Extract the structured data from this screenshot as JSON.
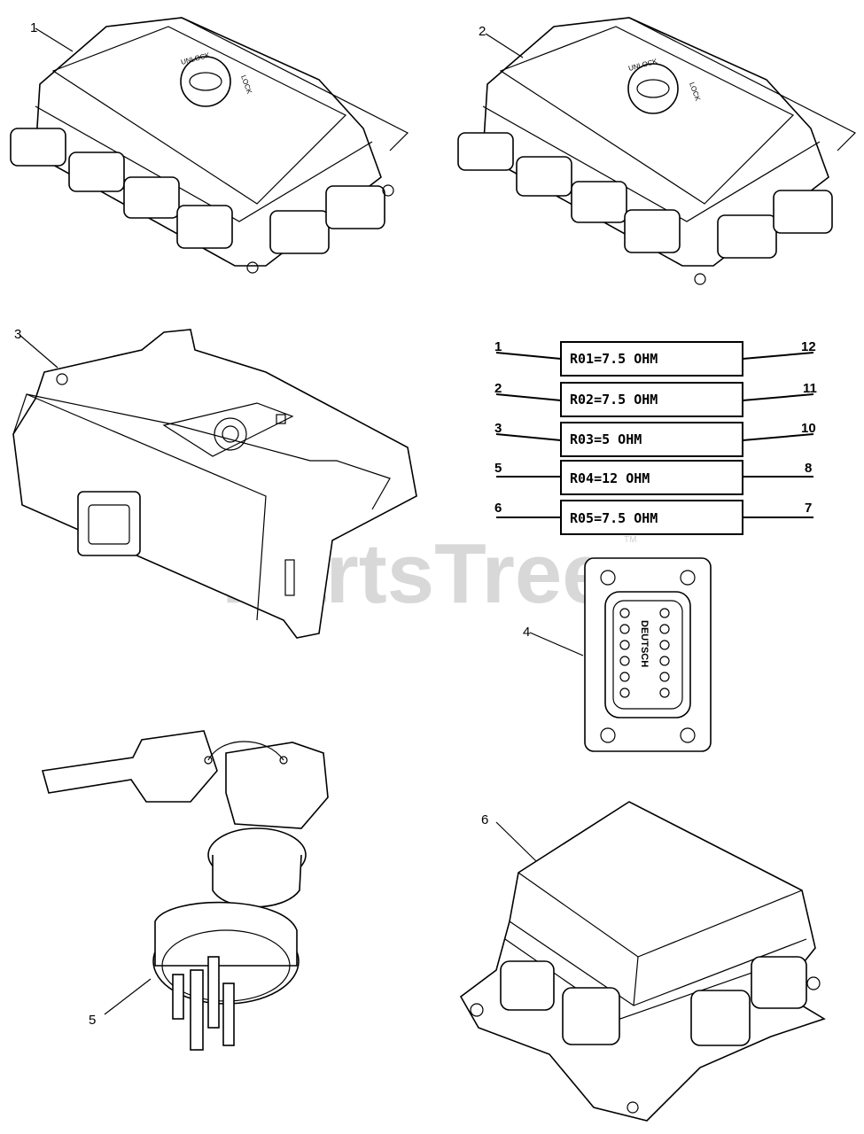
{
  "callouts": [
    "1",
    "2",
    "3",
    "4",
    "5",
    "6"
  ],
  "resistor_table": [
    {
      "left_pin": "1",
      "label": "R01=7.5 OHM",
      "right_pin": "12"
    },
    {
      "left_pin": "2",
      "label": "R02=7.5 OHM",
      "right_pin": "11"
    },
    {
      "left_pin": "3",
      "label": "R03=5 OHM",
      "right_pin": "10"
    },
    {
      "left_pin": "5",
      "label": "R04=12 OHM",
      "right_pin": "8"
    },
    {
      "left_pin": "6",
      "label": "R05=7.5 OHM",
      "right_pin": "7"
    }
  ],
  "connector_brand": "DEUTSCH",
  "fuse_box_labels": [
    "UNLOCK",
    "LOCK"
  ],
  "watermark": "PartsTree",
  "watermark_tm": "TM"
}
